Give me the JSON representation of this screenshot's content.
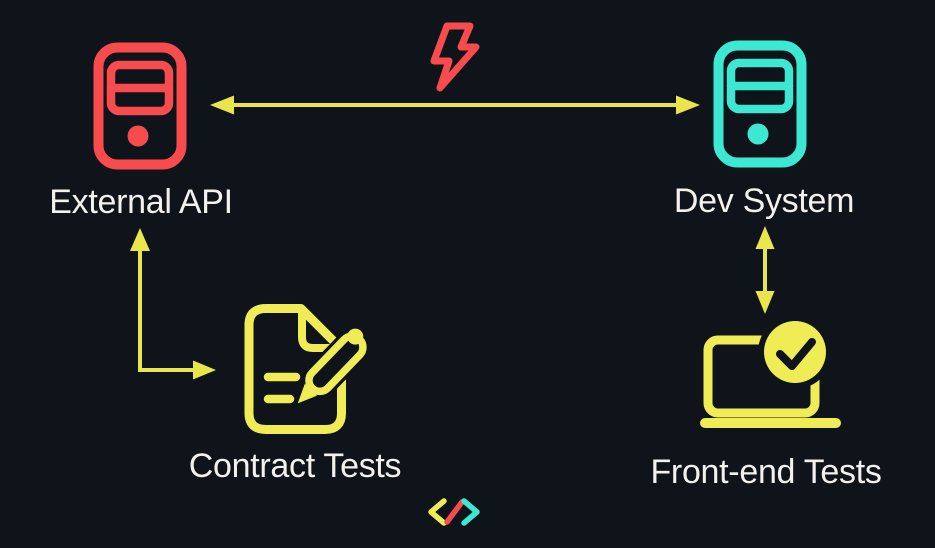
{
  "colors": {
    "bg": "#0f131a",
    "red": "#f84b4e",
    "teal": "#3de8d2",
    "yellow": "#f0ec55",
    "arrow-yellow": "#e9e54b",
    "text": "#f2f1ee"
  },
  "nodes": {
    "external_api": {
      "label": "External API",
      "icon": "server-icon",
      "color": "#f84b4e"
    },
    "dev_system": {
      "label": "Dev System",
      "icon": "server-icon",
      "color": "#3de8d2"
    },
    "contract_tests": {
      "label": "Contract Tests",
      "icon": "document-pen-icon",
      "color": "#f0ec55"
    },
    "front_end_tests": {
      "label": "Front-end Tests",
      "icon": "laptop-check-icon",
      "color": "#f0ec55"
    }
  },
  "connectors": [
    {
      "from": "external_api",
      "to": "dev_system",
      "style": "double-headed-horizontal",
      "decorator": "lightning-bolt-icon"
    },
    {
      "from": "contract_tests",
      "to": "external_api",
      "style": "elbow-up-then-right"
    },
    {
      "from": "dev_system",
      "to": "front_end_tests",
      "style": "double-headed-vertical"
    }
  ],
  "footer": {
    "logo": "code-brackets-logo"
  }
}
